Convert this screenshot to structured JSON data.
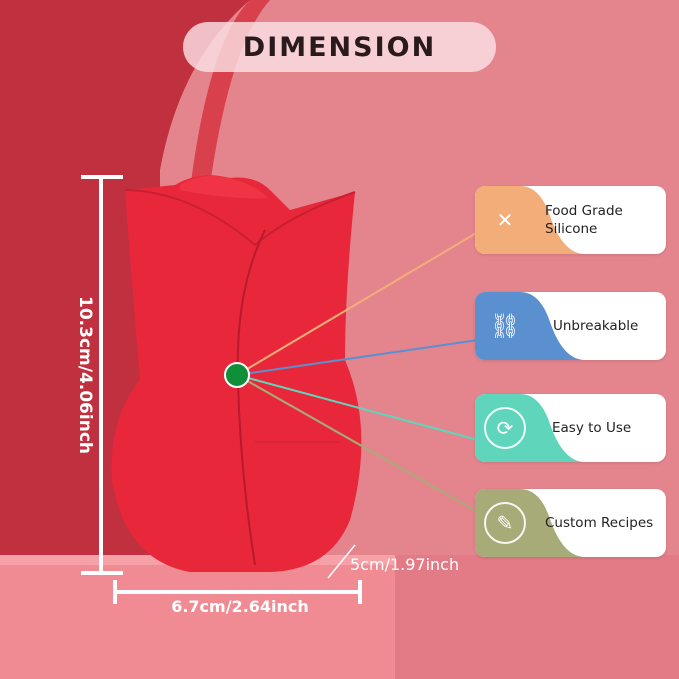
{
  "title": "DIMENSION",
  "dimensions": {
    "height": "10.3cm/4.06inch",
    "width": "6.7cm/2.64inch",
    "depth": "5cm/1.97inch"
  },
  "features": [
    {
      "label": "Food Grade Silicone",
      "icon": "laurel-fork-knife-icon",
      "color": "#f3ad78"
    },
    {
      "label": "Unbreakable",
      "icon": "broken-link-icon",
      "color": "#5a8fd0"
    },
    {
      "label": "Easy to Use",
      "icon": "cycle-arrows-icon",
      "color": "#5fd6bb"
    },
    {
      "label": "Custom Recipes",
      "icon": "recipe-pen-icon",
      "color": "#a7ab78"
    }
  ],
  "colors": {
    "product": "#e8283a",
    "marker": "#0f8f3a",
    "background": "#e4858e"
  }
}
